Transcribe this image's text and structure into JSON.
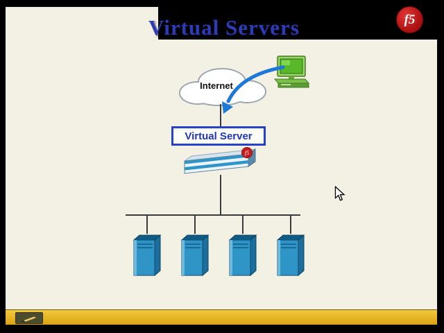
{
  "title": "Virtual Servers",
  "logo": {
    "text": "f5"
  },
  "diagram": {
    "internet_label": "Internet",
    "virtual_server_label": "Virtual Server",
    "server_count": 4,
    "elements": [
      "internet-cloud",
      "client-computer",
      "request-arrow",
      "virtual-server-box",
      "load-balancer-appliance",
      "server-farm"
    ]
  },
  "toolbar": {
    "tool": "pen-annotation-tool"
  },
  "colors": {
    "title_blue": "#2e3cb4",
    "slide_bg": "#f3f0e4",
    "band_black": "#000000",
    "bottom_bar_gold": "#e8b422",
    "box_border_blue": "#2542c8",
    "server_front_blue": "#2f95c7",
    "arrow_blue": "#1e78d7",
    "logo_red": "#c01818",
    "pc_green": "#59b82a"
  }
}
